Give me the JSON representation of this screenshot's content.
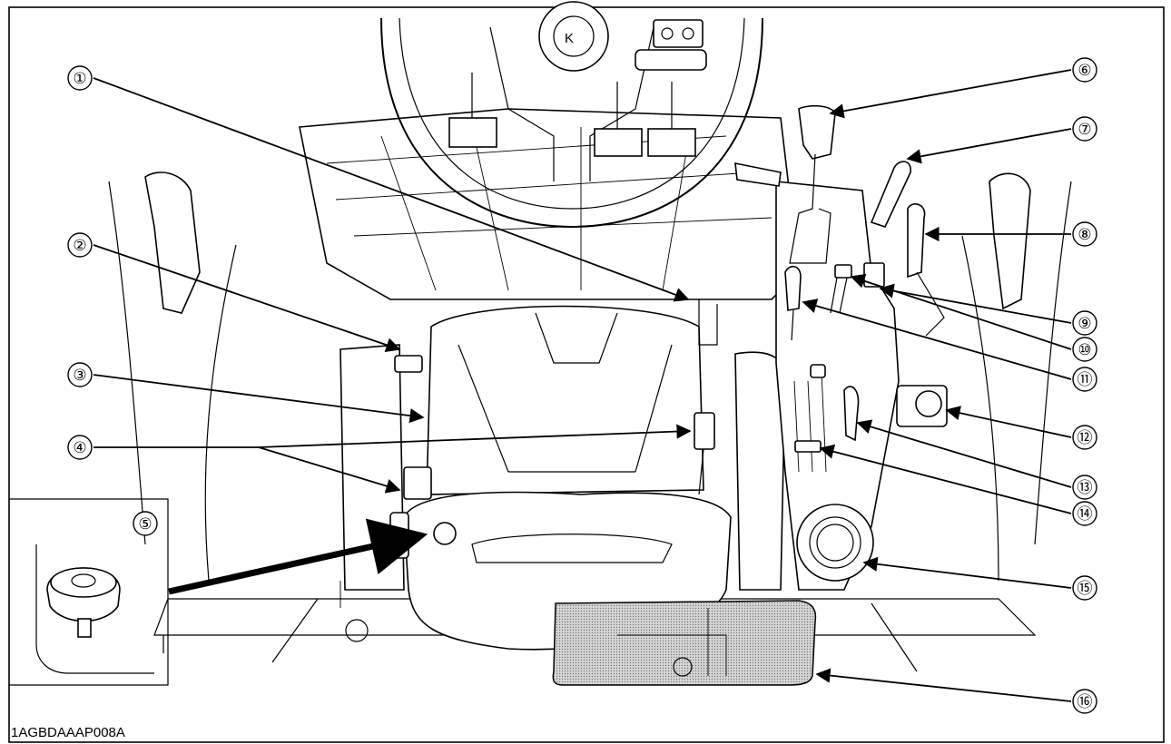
{
  "figure_code": "1AGBDAAAP008A",
  "callouts": [
    {
      "id": "c1",
      "label": "①"
    },
    {
      "id": "c2",
      "label": "②"
    },
    {
      "id": "c3",
      "label": "③"
    },
    {
      "id": "c4",
      "label": "④"
    },
    {
      "id": "c5",
      "label": "⑤"
    },
    {
      "id": "c6",
      "label": "⑥"
    },
    {
      "id": "c7",
      "label": "⑦"
    },
    {
      "id": "c8",
      "label": "⑧"
    },
    {
      "id": "c9",
      "label": "⑨"
    },
    {
      "id": "c10",
      "label": "⑩"
    },
    {
      "id": "c11",
      "label": "⑪"
    },
    {
      "id": "c12",
      "label": "⑫"
    },
    {
      "id": "c13",
      "label": "⑬"
    },
    {
      "id": "c14",
      "label": "⑭"
    },
    {
      "id": "c15",
      "label": "⑮"
    },
    {
      "id": "c16",
      "label": "⑯"
    }
  ]
}
